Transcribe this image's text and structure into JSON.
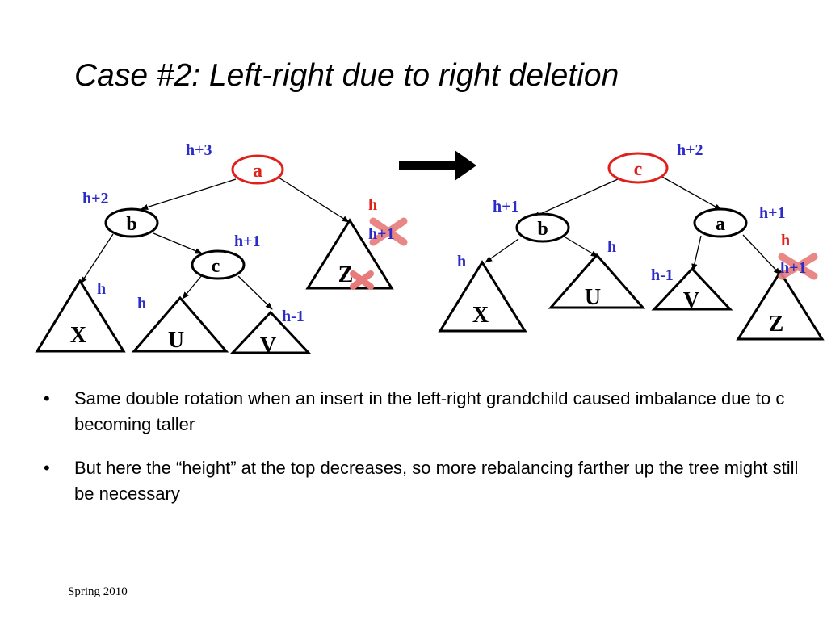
{
  "title": "Case #2: Left-right due to right deletion",
  "colors": {
    "blue": "#2B2BC9",
    "red": "#E0201A",
    "x_fill": "#E77B7B"
  },
  "left_tree": {
    "nodes": {
      "a": "a",
      "b": "b",
      "c": "c"
    },
    "subtrees": {
      "x": "X",
      "u": "U",
      "v": "V",
      "z": "Z"
    },
    "heights": {
      "a": "h+3",
      "b": "h+2",
      "c": "h+1",
      "x": "h",
      "u": "h",
      "v": "h-1",
      "z_new": "h",
      "z_old": "h+1"
    }
  },
  "right_tree": {
    "nodes": {
      "c": "c",
      "b": "b",
      "a": "a"
    },
    "subtrees": {
      "x": "X",
      "u": "U",
      "v": "V",
      "z": "Z"
    },
    "heights": {
      "c": "h+2",
      "b": "h+1",
      "a": "h+1",
      "x": "h",
      "u": "h",
      "v": "h-1",
      "z_new": "h",
      "z_old": "h+1"
    }
  },
  "bullets": [
    "Same double rotation when an insert in the left-right grandchild caused imbalance due to c becoming taller",
    "But here the “height” at the top decreases, so more rebalancing farther up the tree might still be necessary"
  ],
  "bullet_symbol": "•",
  "footer": "Spring 2010"
}
